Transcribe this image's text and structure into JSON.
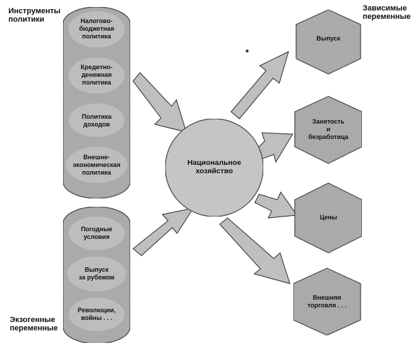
{
  "headings": {
    "instruments": [
      "Инструменты",
      "политики"
    ],
    "dependent": [
      "Зависимые",
      "переменные"
    ],
    "exogenous": [
      "Экзогенные",
      "переменные"
    ]
  },
  "instruments": [
    [
      "Налогово-",
      "бюджетная",
      "политика"
    ],
    [
      "Кредитно-",
      "денежная",
      "политика"
    ],
    [
      "Политика",
      "доходов"
    ],
    [
      "Внешне-",
      "экономическая",
      "политика"
    ]
  ],
  "exogenous": [
    [
      "Погодные",
      "условия"
    ],
    [
      "Выпуск",
      "за рубежом"
    ],
    [
      "Революции,",
      "войны . . ."
    ]
  ],
  "center": [
    "Национальное",
    "хозяйство"
  ],
  "outcomes": [
    [
      "Выпуск"
    ],
    [
      "Занятость",
      "и",
      "безработица"
    ],
    [
      "Цены"
    ],
    [
      "Внешняя",
      "торговля . . ."
    ]
  ],
  "colors": {
    "shape_fill": "#a9a9a9",
    "ellipse_fill": "#bdbdbd",
    "center_fill": "#c6c6c6",
    "arrow_fill": "#bfbfbf",
    "stroke": "#2a2a2a"
  }
}
